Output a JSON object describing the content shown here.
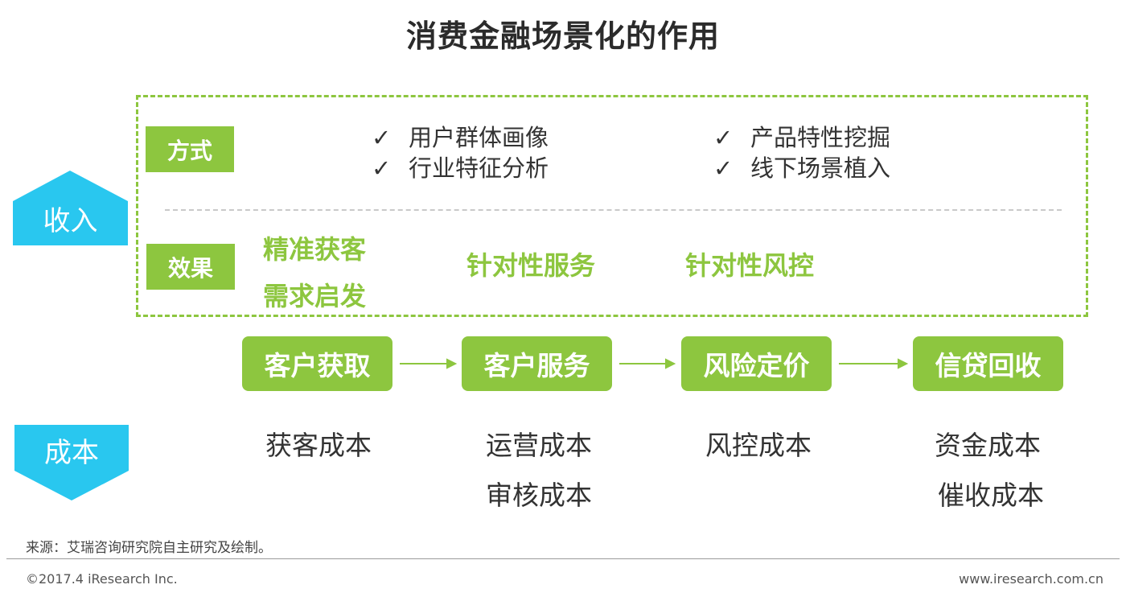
{
  "title": "消费金融场景化的作用",
  "side": {
    "revenue": "收入",
    "cost": "成本"
  },
  "method": {
    "tag": "方式",
    "col1": [
      "用户群体画像",
      "行业特征分析"
    ],
    "col2": [
      "产品特性挖掘",
      "线下场景植入"
    ],
    "check": "✓"
  },
  "effect": {
    "tag": "效果",
    "items": [
      "精准获客",
      "需求启发",
      "针对性服务",
      "针对性风控"
    ]
  },
  "flow": {
    "steps": [
      "客户获取",
      "客户服务",
      "风险定价",
      "信贷回收"
    ]
  },
  "costs": {
    "col1": [
      "获客成本"
    ],
    "col2": [
      "运营成本",
      "审核成本"
    ],
    "col3": [
      "风控成本"
    ],
    "col4": [
      "资金成本",
      "催收成本"
    ]
  },
  "footer": {
    "source": "来源：艾瑞咨询研究院自主研究及绘制。",
    "copyright": "©2017.4 iResearch Inc.",
    "website": "www.iresearch.com.cn"
  },
  "colors": {
    "green": "#8dc63f",
    "cyan": "#29c7ef"
  }
}
